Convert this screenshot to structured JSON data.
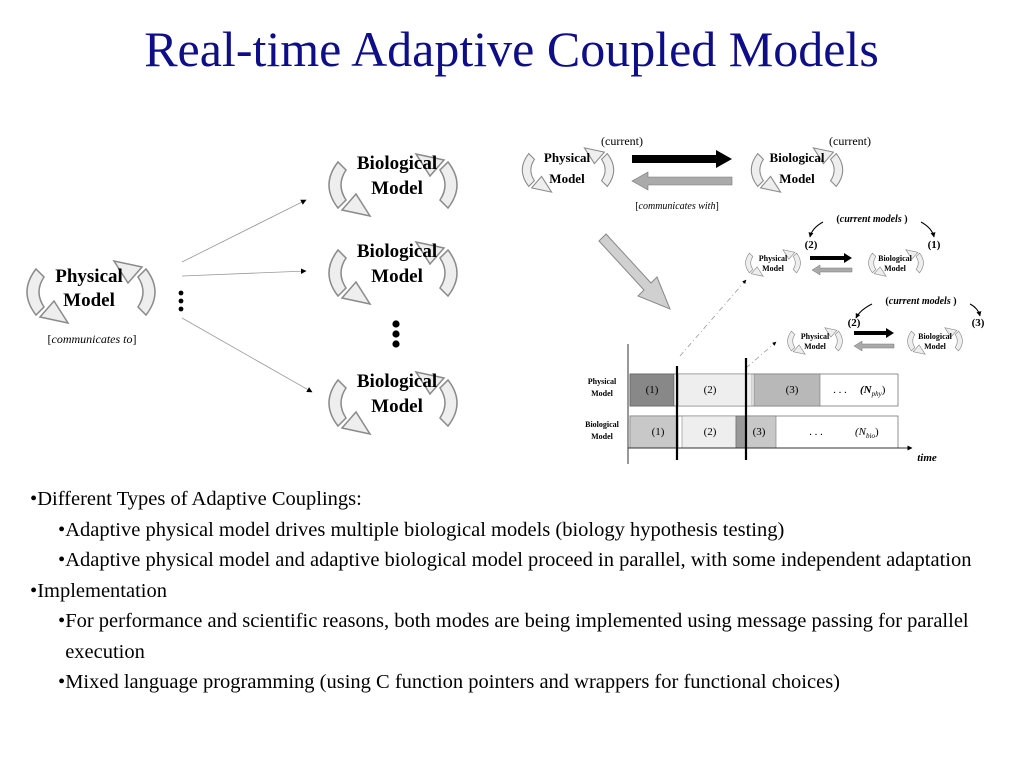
{
  "title": "Real-time Adaptive Coupled Models",
  "left_diagram": {
    "physical_label_1": "Physical",
    "physical_label_2": "Model",
    "bio_label_1": "Biological",
    "bio_label_2": "Model",
    "communicates_open": "[",
    "communicates_text": "communicates to",
    "communicates_close": "]",
    "ellipsis": "⋮"
  },
  "right_diagram": {
    "current": "(current)",
    "physical_1": "Physical",
    "physical_2": "Model",
    "bio_1": "Biological",
    "bio_2": "Model",
    "communicates_text": "communicates with",
    "current_models": "current models",
    "step_1": "(1)",
    "step_2": "(2)",
    "step_3": "(3)",
    "timeline": {
      "physical_row": [
        "(1)",
        "(2)",
        "(3)",
        ". . .",
        "(N"
      ],
      "phy_sub": "phy",
      "bio_row": [
        "(1)",
        "(2)",
        "(3)",
        ". . .",
        "(N"
      ],
      "bio_sub": "bio",
      "close_paren": ")",
      "time_label": "time"
    }
  },
  "bullets": [
    {
      "level": 1,
      "text": "Different Types of Adaptive Couplings:"
    },
    {
      "level": 2,
      "text": "Adaptive physical model drives multiple biological models (biology hypothesis testing)"
    },
    {
      "level": 2,
      "text": "Adaptive physical model and adaptive biological model proceed in parallel, with some independent adaptation"
    },
    {
      "level": 1,
      "text": "Implementation"
    },
    {
      "level": 2,
      "text": "For performance and scientific reasons, both modes are being implemented using message passing for parallel execution"
    },
    {
      "level": 2,
      "text": "Mixed language programming (using C function pointers and wrappers for functional choices)"
    }
  ],
  "bullet_char": "•",
  "colors": {
    "title": "#0e0e88",
    "arc_fill": "#ededed",
    "arc_stroke": "#8a8a8a"
  }
}
